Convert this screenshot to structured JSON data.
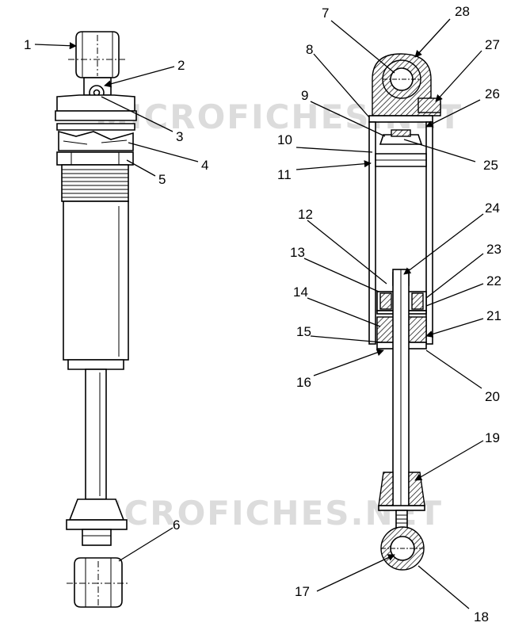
{
  "watermark": "MICROFICHES.NET",
  "callouts": [
    {
      "id": "1",
      "label": "1"
    },
    {
      "id": "2",
      "label": "2"
    },
    {
      "id": "3",
      "label": "3"
    },
    {
      "id": "4",
      "label": "4"
    },
    {
      "id": "5",
      "label": "5"
    },
    {
      "id": "6",
      "label": "6"
    },
    {
      "id": "7",
      "label": "7"
    },
    {
      "id": "8",
      "label": "8"
    },
    {
      "id": "9",
      "label": "9"
    },
    {
      "id": "10",
      "label": "10"
    },
    {
      "id": "11",
      "label": "11"
    },
    {
      "id": "12",
      "label": "12"
    },
    {
      "id": "13",
      "label": "13"
    },
    {
      "id": "14",
      "label": "14"
    },
    {
      "id": "15",
      "label": "15"
    },
    {
      "id": "16",
      "label": "16"
    },
    {
      "id": "17",
      "label": "17"
    },
    {
      "id": "18",
      "label": "18"
    },
    {
      "id": "19",
      "label": "19"
    },
    {
      "id": "20",
      "label": "20"
    },
    {
      "id": "21",
      "label": "21"
    },
    {
      "id": "22",
      "label": "22"
    },
    {
      "id": "23",
      "label": "23"
    },
    {
      "id": "24",
      "label": "24"
    },
    {
      "id": "25",
      "label": "25"
    },
    {
      "id": "26",
      "label": "26"
    },
    {
      "id": "27",
      "label": "27"
    },
    {
      "id": "28",
      "label": "28"
    }
  ]
}
